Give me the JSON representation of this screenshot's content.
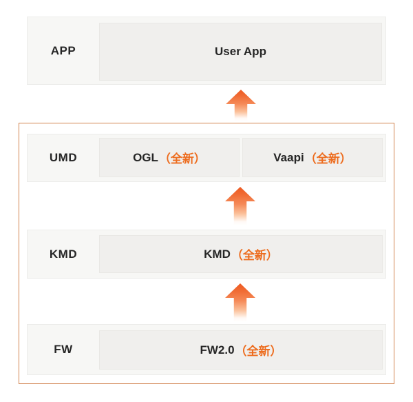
{
  "diagram": {
    "title": "driver-stack-upgrade-diagram",
    "layers": [
      {
        "label": "APP",
        "boxes": [
          {
            "text": "User App",
            "suffix": ""
          }
        ]
      },
      {
        "label": "UMD",
        "boxes": [
          {
            "text": "OGL",
            "suffix": "（全新）"
          },
          {
            "text": "Vaapi",
            "suffix": "（全新）"
          }
        ]
      },
      {
        "label": "KMD",
        "boxes": [
          {
            "text": "KMD",
            "suffix": "（全新）"
          }
        ]
      },
      {
        "label": "FW",
        "boxes": [
          {
            "text": "FW2.0",
            "suffix": "（全新）"
          }
        ]
      }
    ],
    "arrows": [
      {
        "name": "umd-to-app",
        "direction": "up"
      },
      {
        "name": "kmd-to-umd",
        "direction": "up"
      },
      {
        "name": "fw-to-kmd",
        "direction": "up"
      }
    ],
    "colors": {
      "page_bg": "#ffffff",
      "highlight_text": "#ed6c1e",
      "arrow_orange": "#f06a32",
      "container_border": "#d1824e",
      "row_fill": "#f7f7f5",
      "box_fill": "#f0efed"
    }
  }
}
